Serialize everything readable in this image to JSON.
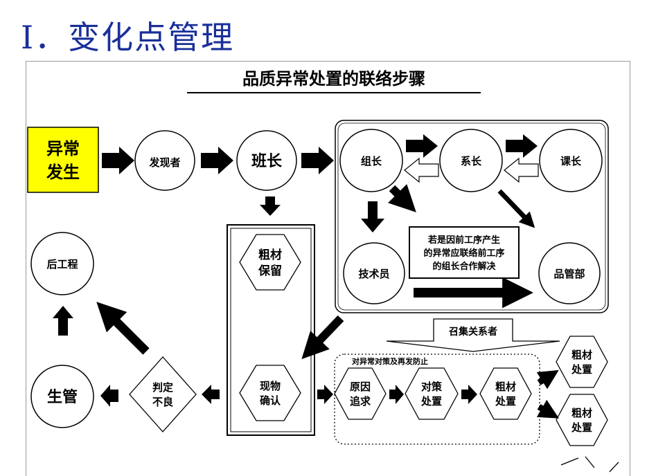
{
  "page": {
    "title": "Ⅰ．变化点管理"
  },
  "diagram": {
    "title": "品质异常处置的联络步骤",
    "nodes": {
      "abnormal_line1": "异常",
      "abnormal_line2": "发生",
      "discoverer": "发现者",
      "shift_leader": "班长",
      "team_leader": "组长",
      "section_chief": "系长",
      "department_chief": "课长",
      "technician": "技术员",
      "quality_dept": "品管部",
      "upstream_note_line1": "若是因前工序产生",
      "upstream_note_line2": "的异常应联络前工序",
      "upstream_note_line3": "的组长合作解决",
      "hold_line1": "粗材",
      "hold_line2": "保留",
      "confirm_line1": "现物",
      "confirm_line2": "确认",
      "convene": "召集关系者",
      "countermeasure_caption": "对异常对策及再发防止",
      "cause_line1": "原因",
      "cause_line2": "追求",
      "measure_line1": "对策",
      "measure_line2": "处置",
      "material_line1": "粗材",
      "material_line2": "处置",
      "out1_line1": "粗材",
      "out1_line2": "处置",
      "out2_line1": "粗材",
      "out2_line2": "处置",
      "judge_line1": "判定",
      "judge_line2": "不良",
      "production_control": "生管",
      "downstream_process": "后工程"
    }
  }
}
